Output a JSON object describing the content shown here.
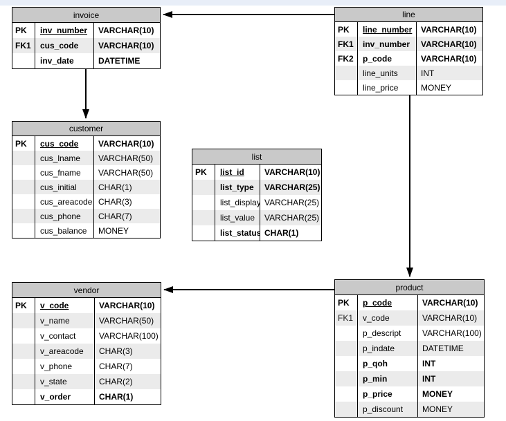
{
  "page": {
    "topbar_color": "#e8eef8",
    "background": "#ffffff"
  },
  "diagram": {
    "colors": {
      "table_header_fill": "#c9c9c9",
      "row_alt_fill": "#ebebeb",
      "border": "#000000",
      "arrow": "#000000"
    },
    "tables": {
      "invoice": {
        "title": "invoice",
        "rows": [
          {
            "key": "PK",
            "name": "inv_number",
            "type": "VARCHAR(10)"
          },
          {
            "key": "FK1",
            "name": "cus_code",
            "type": "VARCHAR(10)"
          },
          {
            "key": "",
            "name": "inv_date",
            "type": "DATETIME"
          }
        ]
      },
      "line": {
        "title": "line",
        "rows": [
          {
            "key": "PK",
            "name": "line_number",
            "type": "VARCHAR(10)"
          },
          {
            "key": "FK1",
            "name": "inv_number",
            "type": "VARCHAR(10)"
          },
          {
            "key": "FK2",
            "name": "p_code",
            "type": "VARCHAR(10)"
          },
          {
            "key": "",
            "name": "line_units",
            "type": "INT"
          },
          {
            "key": "",
            "name": "line_price",
            "type": "MONEY"
          }
        ]
      },
      "customer": {
        "title": "customer",
        "rows": [
          {
            "key": "PK",
            "name": "cus_code",
            "type": "VARCHAR(10)"
          },
          {
            "key": "",
            "name": "cus_lname",
            "type": "VARCHAR(50)"
          },
          {
            "key": "",
            "name": "cus_fname",
            "type": "VARCHAR(50)"
          },
          {
            "key": "",
            "name": "cus_initial",
            "type": "CHAR(1)"
          },
          {
            "key": "",
            "name": "cus_areacode",
            "type": "CHAR(3)"
          },
          {
            "key": "",
            "name": "cus_phone",
            "type": "CHAR(7)"
          },
          {
            "key": "",
            "name": "cus_balance",
            "type": "MONEY"
          }
        ]
      },
      "list": {
        "title": "list",
        "rows": [
          {
            "key": "PK",
            "name": "list_id",
            "type": "VARCHAR(10)"
          },
          {
            "key": "",
            "name": "list_type",
            "type": "VARCHAR(25)"
          },
          {
            "key": "",
            "name": "list_display",
            "type": "VARCHAR(25)"
          },
          {
            "key": "",
            "name": "list_value",
            "type": "VARCHAR(25)"
          },
          {
            "key": "",
            "name": "list_status",
            "type": "CHAR(1)"
          }
        ]
      },
      "vendor": {
        "title": "vendor",
        "rows": [
          {
            "key": "PK",
            "name": "v_code",
            "type": "VARCHAR(10)"
          },
          {
            "key": "",
            "name": "v_name",
            "type": "VARCHAR(50)"
          },
          {
            "key": "",
            "name": "v_contact",
            "type": "VARCHAR(100)"
          },
          {
            "key": "",
            "name": "v_areacode",
            "type": "CHAR(3)"
          },
          {
            "key": "",
            "name": "v_phone",
            "type": "CHAR(7)"
          },
          {
            "key": "",
            "name": "v_state",
            "type": "CHAR(2)"
          },
          {
            "key": "",
            "name": "v_order",
            "type": "CHAR(1)"
          }
        ]
      },
      "product": {
        "title": "product",
        "rows": [
          {
            "key": "PK",
            "name": "p_code",
            "type": "VARCHAR(10)"
          },
          {
            "key": "FK1",
            "name": "v_code",
            "type": "VARCHAR(10)"
          },
          {
            "key": "",
            "name": "p_descript",
            "type": "VARCHAR(100)"
          },
          {
            "key": "",
            "name": "p_indate",
            "type": "DATETIME"
          },
          {
            "key": "",
            "name": "p_qoh",
            "type": "INT"
          },
          {
            "key": "",
            "name": "p_min",
            "type": "INT"
          },
          {
            "key": "",
            "name": "p_price",
            "type": "MONEY"
          },
          {
            "key": "",
            "name": "p_discount",
            "type": "MONEY"
          }
        ]
      }
    },
    "relations": [
      {
        "from": "line",
        "to": "invoice"
      },
      {
        "from": "invoice",
        "to": "customer"
      },
      {
        "from": "line",
        "to": "product"
      },
      {
        "from": "product",
        "to": "vendor"
      }
    ]
  }
}
